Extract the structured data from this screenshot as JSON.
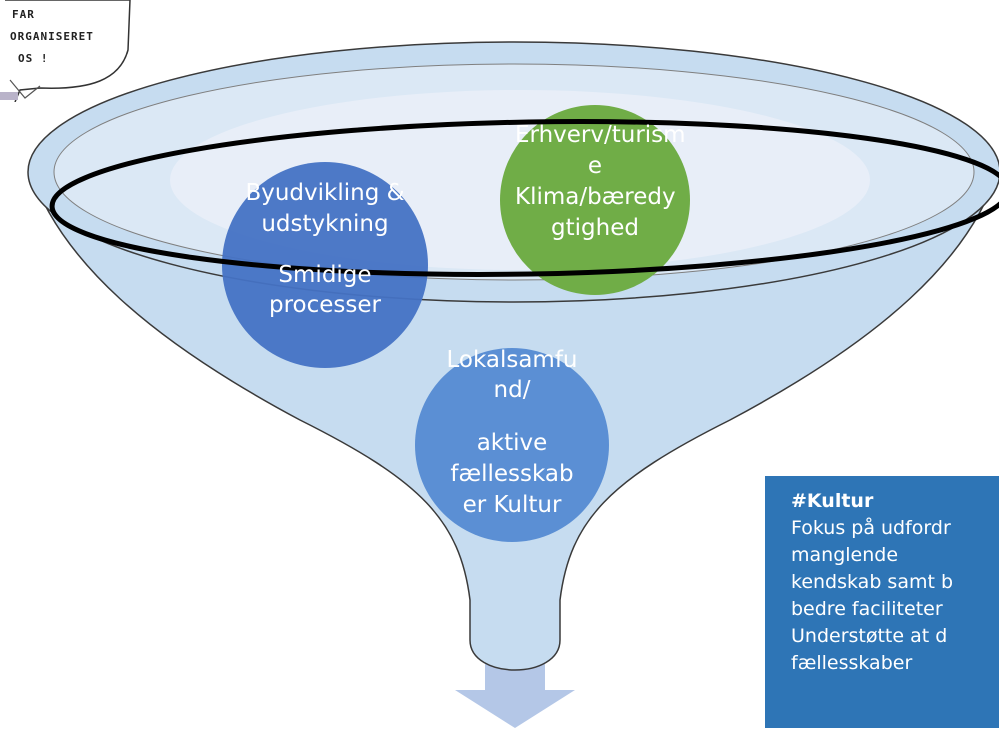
{
  "sketch": {
    "lines": [
      "FAR",
      "ORGANISERET",
      "OS !"
    ]
  },
  "circles": {
    "byudvikling": {
      "lines": [
        "Byudvikling &",
        "udstykning"
      ],
      "sub": [
        "Smidige",
        "processer"
      ],
      "color": "#4472c4"
    },
    "erhverv": {
      "lines": [
        "Erhverv/turism",
        "e",
        "Klima/bæredy",
        "gtighed"
      ],
      "color": "#70ad47"
    },
    "lokalsamfund": {
      "lines": [
        "Lokalsamfu",
        "nd/"
      ],
      "sub": [
        "aktive",
        "fællesskab",
        "er Kultur"
      ],
      "color": "#5b8fd4"
    }
  },
  "note": {
    "title": "#Kultur",
    "lines": [
      "Fokus på udfordr",
      "manglende",
      "kendskab samt b",
      "bedre faciliteter",
      "Understøtte at d",
      "fællesskaber"
    ]
  },
  "colors": {
    "funnel_fill": "#c6dcf0",
    "funnel_top": "#dbe8f5",
    "arrow": "#b4c7e7",
    "note_bg": "#2e75b6"
  }
}
